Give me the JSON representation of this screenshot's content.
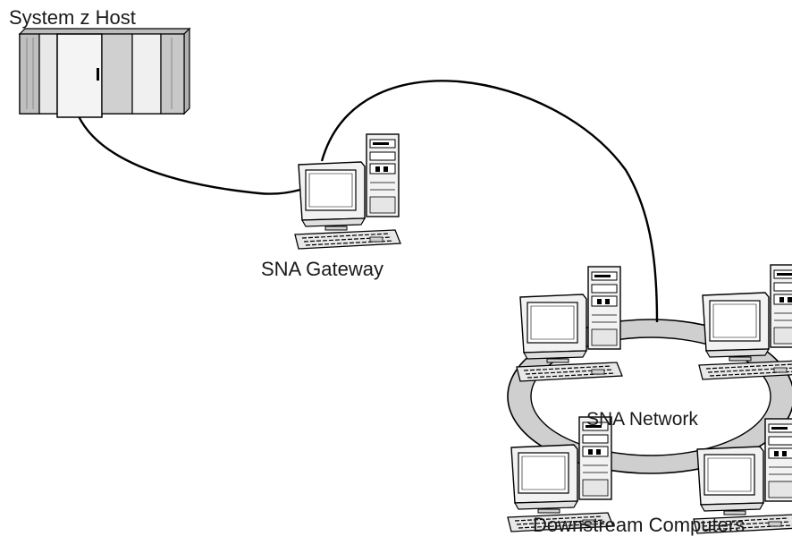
{
  "labels": {
    "host": "System z Host",
    "gateway": "SNA Gateway",
    "network": "SNA Network",
    "downstream": "Downstream Computers"
  }
}
